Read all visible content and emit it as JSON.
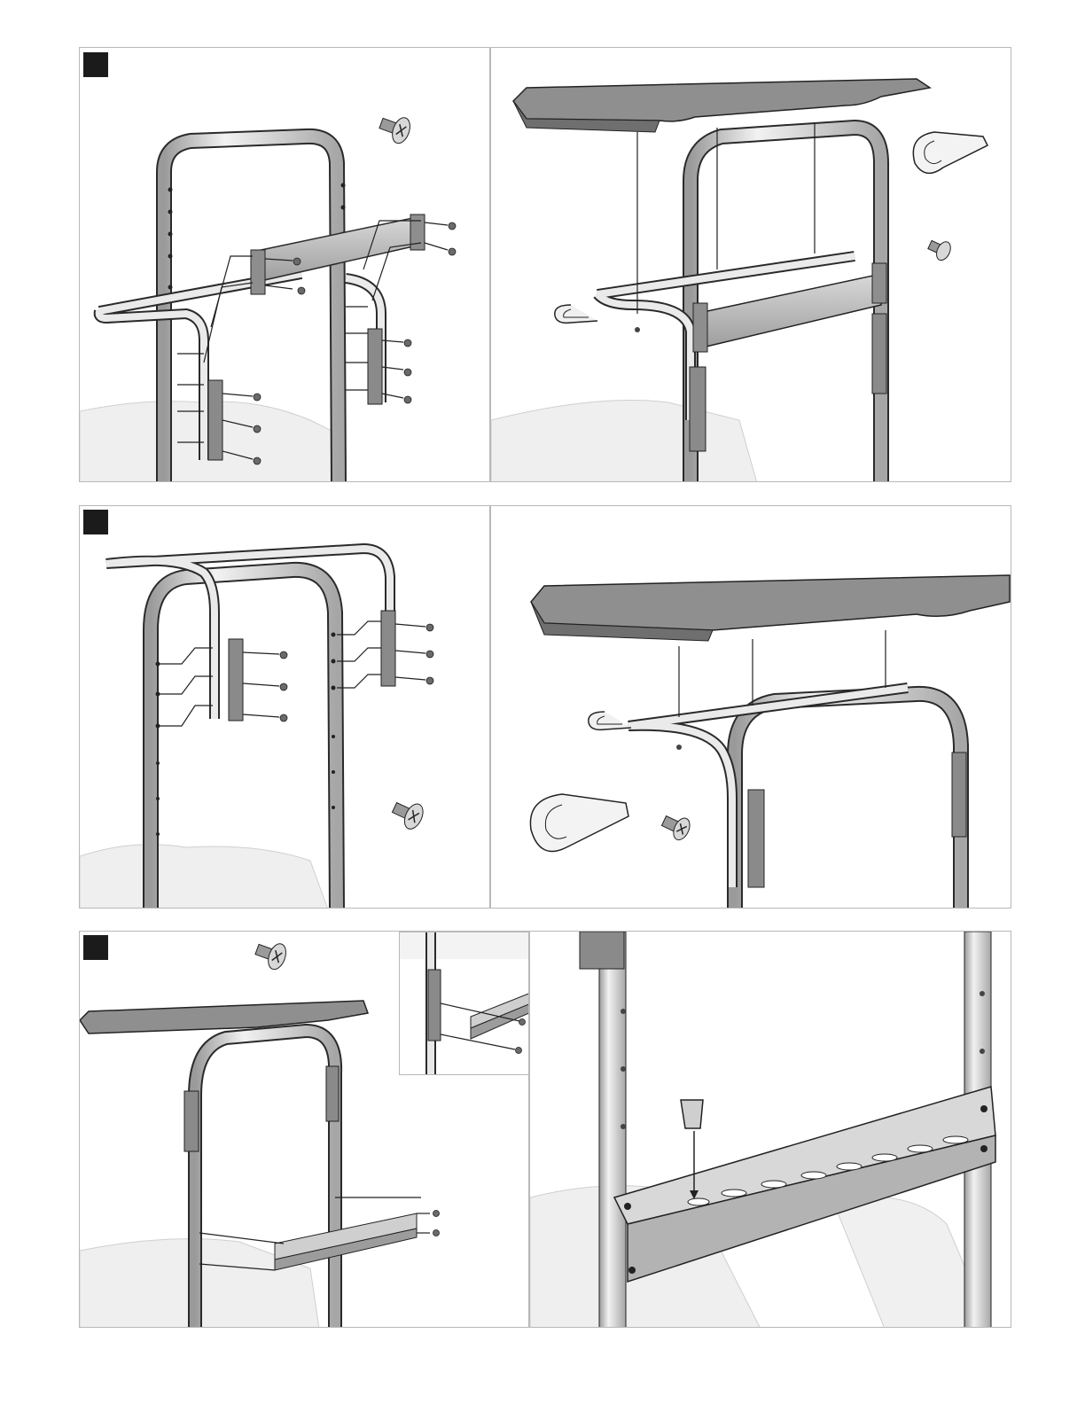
{
  "document": {
    "type": "assembly-instructions",
    "steps": [
      {
        "marker": "step-1",
        "panels": [
          "handle-crossbar-attach",
          "top-shelf-attach"
        ]
      },
      {
        "marker": "step-2",
        "panels": [
          "handle-attach-alt",
          "top-shelf-attach-alt"
        ]
      },
      {
        "marker": "step-3",
        "panels": [
          "rail-attach",
          "rail-detail"
        ]
      }
    ]
  },
  "icons": {
    "screw": "screw-icon",
    "clip": "cable-clip-icon",
    "step": "step-marker-icon"
  },
  "colors": {
    "frame_light": "#e6e6e6",
    "frame_mid": "#c4c4c4",
    "frame_dark": "#8a8a8a",
    "shelf_top": "#a9a9a9",
    "outline": "#2a2a2a",
    "panel_border": "#b8b8b8"
  }
}
